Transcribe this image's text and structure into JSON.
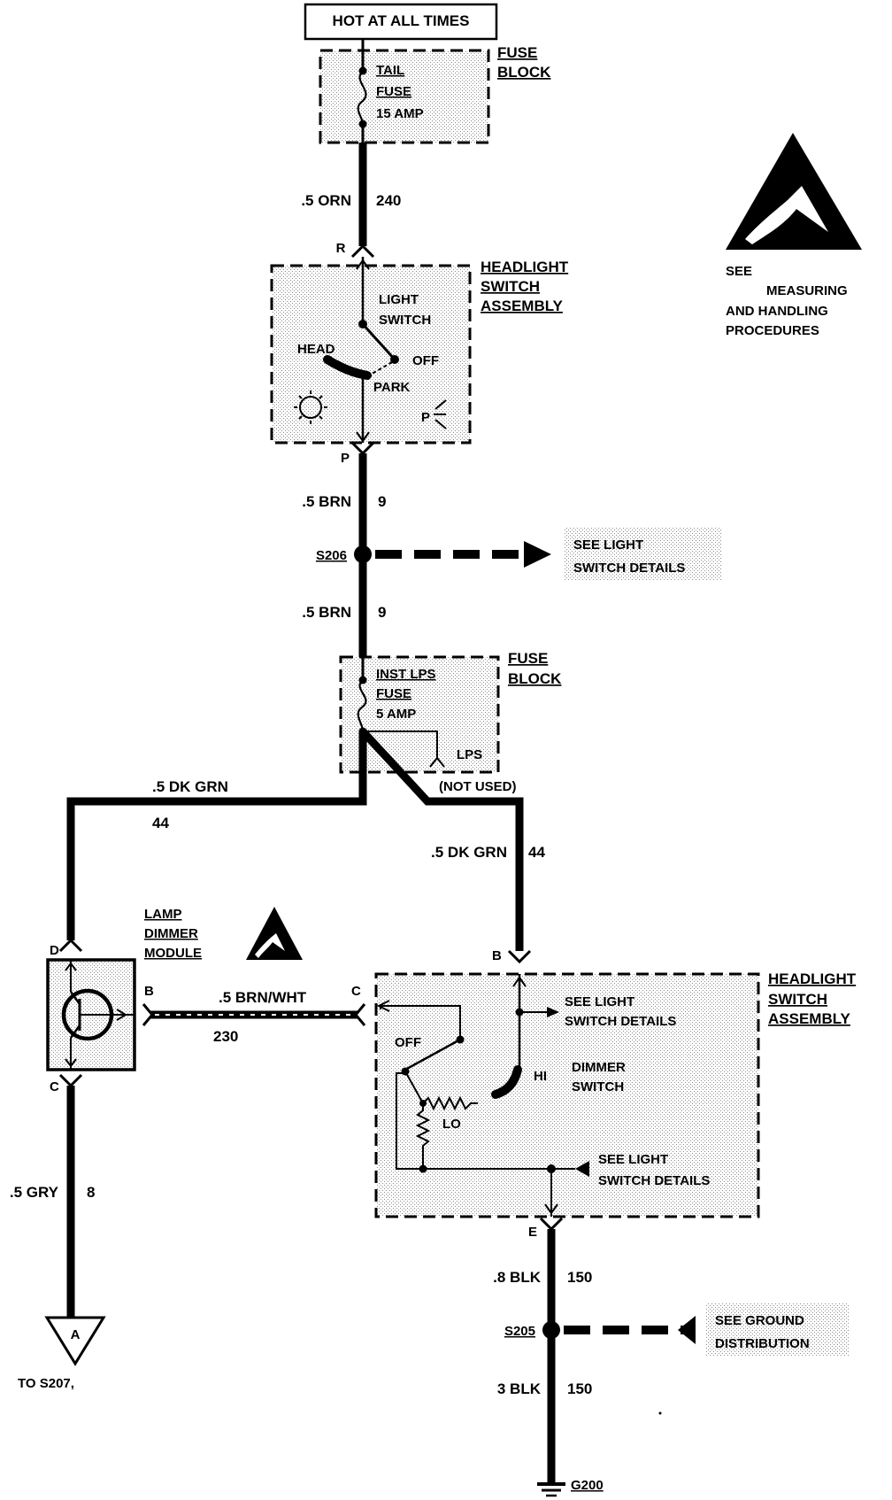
{
  "source": {
    "power_label": "HOT AT ALL TIMES"
  },
  "fuse_block_1": {
    "name_line1": "FUSE",
    "name_line2": "BLOCK",
    "fuse_line1": "TAIL",
    "fuse_line2": "FUSE",
    "fuse_line3": "15 AMP"
  },
  "wire_1": {
    "gauge_color": ".5 ORN",
    "circuit": "240"
  },
  "headlight_switch_1": {
    "name_line1": "HEADLIGHT",
    "name_line2": "SWITCH",
    "name_line3": "ASSEMBLY",
    "switch_line1": "LIGHT",
    "switch_line2": "SWITCH",
    "pos_head": "HEAD",
    "pos_off": "OFF",
    "pos_park": "PARK",
    "park_symbol": "P",
    "pin_top": "R",
    "pin_bottom": "P"
  },
  "wire_2": {
    "gauge_color": ".5 BRN",
    "circuit": "9"
  },
  "splice_s206": {
    "id": "S206",
    "ref_line1": "SEE LIGHT",
    "ref_line2": "SWITCH DETAILS"
  },
  "wire_3": {
    "gauge_color": ".5 BRN",
    "circuit": "9"
  },
  "fuse_block_2": {
    "name_line1": "FUSE",
    "name_line2": "BLOCK",
    "fuse_line1": "INST LPS",
    "fuse_line2": "FUSE",
    "fuse_line3": "5 AMP",
    "lps_label": "LPS",
    "not_used": "(NOT USED)"
  },
  "wire_4": {
    "gauge_color": ".5  DK GRN",
    "circuit": "44"
  },
  "wire_5": {
    "gauge_color": ".5 DK GRN",
    "circuit": "44"
  },
  "esd_note": {
    "line1": "SEE",
    "line2": "MEASURING",
    "line3": "AND HANDLING",
    "line4": "PROCEDURES"
  },
  "lamp_dimmer_module": {
    "name_line1": "LAMP",
    "name_line2": "DIMMER",
    "name_line3": "MODULE",
    "pin_d": "D",
    "pin_b": "B",
    "pin_c": "C"
  },
  "wire_6": {
    "gauge_color": ".5 BRN/WHT",
    "circuit": "230"
  },
  "headlight_switch_2": {
    "name_line1": "HEADLIGHT",
    "name_line2": "SWITCH",
    "name_line3": "ASSEMBLY",
    "pin_b": "B",
    "pin_c": "C",
    "pin_e": "E",
    "ref1_line1": "SEE LIGHT",
    "ref1_line2": "SWITCH DETAILS",
    "off_label": "OFF",
    "hi_label": "HI",
    "lo_label": "LO",
    "dimmer_line1": "DIMMER",
    "dimmer_line2": "SWITCH",
    "ref2_line1": "SEE LIGHT",
    "ref2_line2": "SWITCH DETAILS"
  },
  "wire_7": {
    "gauge_color": ".5 GRY",
    "circuit": "8"
  },
  "connector_a": {
    "letter": "A",
    "label": "TO S207,"
  },
  "wire_8": {
    "gauge_color": ".8 BLK",
    "circuit": "150"
  },
  "splice_s205": {
    "id": "S205",
    "ref_line1": "SEE GROUND",
    "ref_line2": "DISTRIBUTION"
  },
  "wire_9": {
    "gauge_color": "3 BLK",
    "circuit": "150"
  },
  "ground": {
    "id": "G200"
  }
}
